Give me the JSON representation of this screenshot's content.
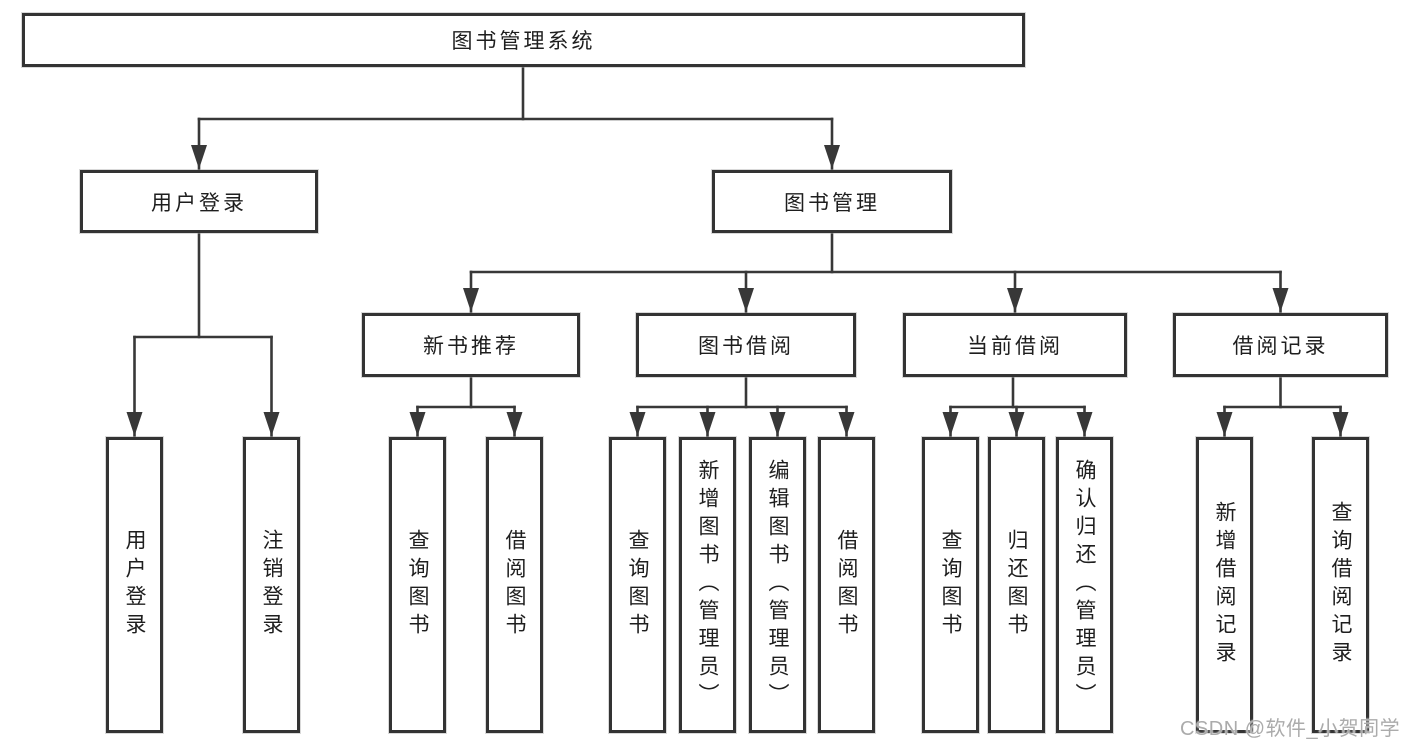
{
  "tree": {
    "root_label": "图书管理系统",
    "children": [
      {
        "label": "用户登录",
        "children": [
          {
            "label": "用户登录"
          },
          {
            "label": "注销登录"
          }
        ]
      },
      {
        "label": "图书管理",
        "children": [
          {
            "label": "新书推荐",
            "children": [
              {
                "label": "查询图书"
              },
              {
                "label": "借阅图书"
              }
            ]
          },
          {
            "label": "图书借阅",
            "children": [
              {
                "label": "查询图书"
              },
              {
                "label": "新增图书（管理员）"
              },
              {
                "label": "编辑图书（管理员）"
              },
              {
                "label": "借阅图书"
              }
            ]
          },
          {
            "label": "当前借阅",
            "children": [
              {
                "label": "查询图书"
              },
              {
                "label": "归还图书"
              },
              {
                "label": "确认归还（管理员）"
              }
            ]
          },
          {
            "label": "借阅记录",
            "children": [
              {
                "label": "新增借阅记录"
              },
              {
                "label": "查询借阅记录"
              }
            ]
          }
        ]
      }
    ]
  },
  "watermark": "CSDN @软件_小贺同学",
  "colors": {
    "line": "#383838",
    "box_border": "#333333",
    "text": "#1e1e1e",
    "background": "#ffffff",
    "watermark": "#ababab"
  }
}
